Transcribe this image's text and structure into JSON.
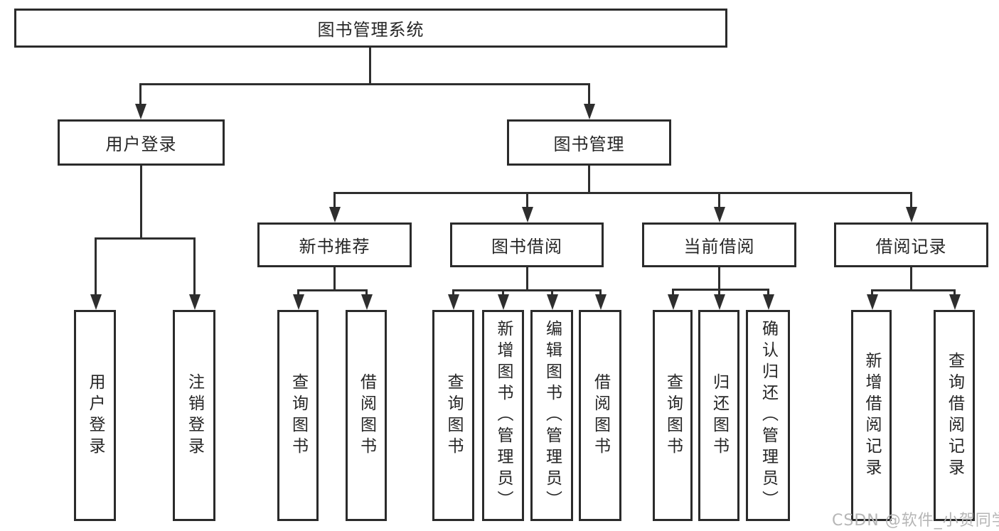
{
  "diagram": {
    "type": "hierarchy-tree",
    "root": {
      "label": "图书管理系统"
    },
    "branches": [
      {
        "label": "用户登录",
        "children": [
          {
            "label": "用户登录"
          },
          {
            "label": "注销登录"
          }
        ]
      },
      {
        "label": "图书管理",
        "sections": [
          {
            "label": "新书推荐",
            "children": [
              {
                "label": "查询图书"
              },
              {
                "label": "借阅图书"
              }
            ]
          },
          {
            "label": "图书借阅",
            "children": [
              {
                "label": "查询图书"
              },
              {
                "label": "新增图书（管理员）"
              },
              {
                "label": "编辑图书（管理员）"
              },
              {
                "label": "借阅图书"
              }
            ]
          },
          {
            "label": "当前借阅",
            "children": [
              {
                "label": "查询图书"
              },
              {
                "label": "归还图书"
              },
              {
                "label": "确认归还（管理员）"
              }
            ]
          },
          {
            "label": "借阅记录",
            "children": [
              {
                "label": "新增借阅记录"
              },
              {
                "label": "查询借阅记录"
              }
            ]
          }
        ]
      }
    ]
  },
  "watermark": {
    "text": "CSDN @软件_小贺同学"
  },
  "colors": {
    "background": "#ffffff",
    "box_border": "#2b2b2b",
    "connector_line": "#2e2e2e",
    "text": "#262626",
    "watermark_text": "#b6b6b6"
  }
}
